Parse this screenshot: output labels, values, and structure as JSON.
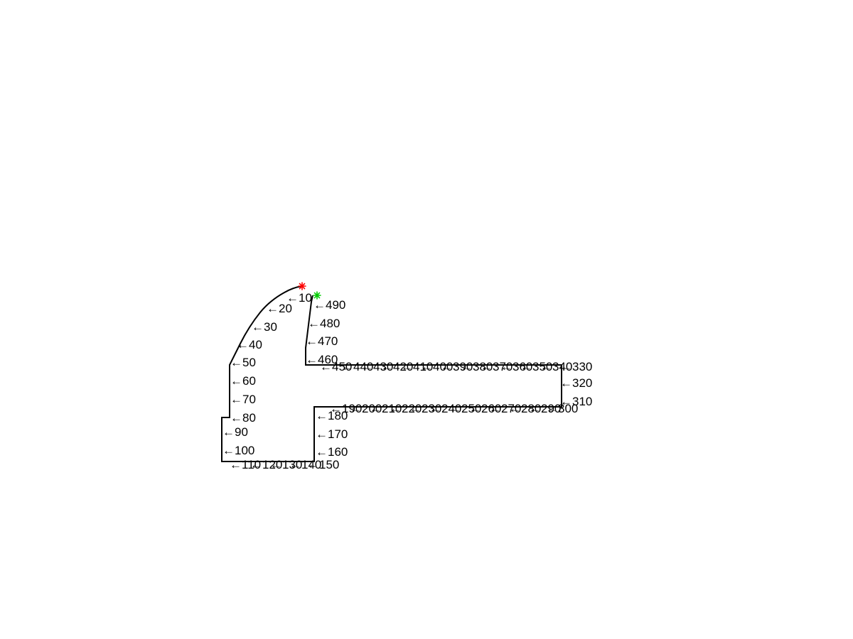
{
  "figure": {
    "start_marker": {
      "icon": "asterisk",
      "color": "#ff0000"
    },
    "end_marker": {
      "icon": "asterisk",
      "color": "#00cc00"
    },
    "contour_color": "#000000",
    "arrow_glyph": "←",
    "labels": [
      "10",
      "20",
      "30",
      "40",
      "50",
      "60",
      "70",
      "80",
      "90",
      "100",
      "110",
      "120",
      "130",
      "140",
      "150",
      "160",
      "170",
      "180",
      "190",
      "200",
      "210",
      "220",
      "230",
      "240",
      "250",
      "260",
      "270",
      "280",
      "290",
      "300",
      "310",
      "320",
      "330",
      "340",
      "350",
      "360",
      "370",
      "380",
      "390",
      "400",
      "410",
      "420",
      "430",
      "440",
      "450",
      "460",
      "470",
      "480",
      "490"
    ]
  }
}
